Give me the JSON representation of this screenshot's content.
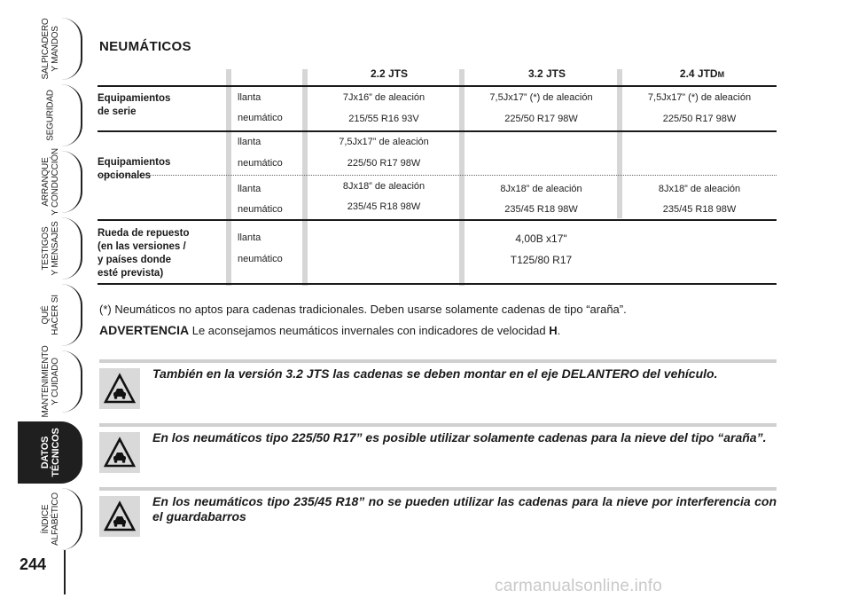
{
  "sidebar": {
    "tabs": [
      {
        "label": "SALPICADERO\nY MANDOS"
      },
      {
        "label": "SEGURIDAD"
      },
      {
        "label": "ARRANQUE\nY CONDUCCIÓN"
      },
      {
        "label": "TESTIGOS\nY MENSAJES"
      },
      {
        "label": "QUÉ\nHACER SI"
      },
      {
        "label": "MANTENIMIENTO\nY CUIDADO"
      },
      {
        "label": "DATOS\nTÉCNICOS"
      },
      {
        "label": "ÍNDICE\nALFABÉTICO"
      }
    ],
    "page_number": "244"
  },
  "title": "NEUMÁTICOS",
  "table": {
    "columns": [
      {
        "main": "2.2 JTS",
        "suffix": ""
      },
      {
        "main": "3.2 JTS",
        "suffix": ""
      },
      {
        "main": "2.4 JTD",
        "suffix": "M"
      }
    ],
    "rows": {
      "serie": {
        "header": "Equipamientos\nde serie",
        "llanta": "llanta",
        "neumatico": "neumático",
        "c1_llanta": "7Jx16” de aleación",
        "c1_neum": "215/55 R16 93V",
        "c2_llanta": "7,5Jx17” (*) de aleación",
        "c2_neum": "225/50 R17 98W",
        "c3_llanta": "7,5Jx17” (*) de aleación",
        "c3_neum": "225/50 R17 98W"
      },
      "opc1": {
        "header": "Equipamientos\nopcionales",
        "llanta": "llanta",
        "neumatico": "neumático",
        "c1_llanta": "7,5Jx17” de aleación",
        "c1_neum": "225/50 R17 98W"
      },
      "opc2": {
        "llanta": "llanta",
        "neumatico": "neumático",
        "c1_llanta": "8Jx18” de aleación",
        "c1_neum": "235/45 R18 98W",
        "c2_llanta": "8Jx18” de aleación",
        "c2_neum": "235/45 R18 98W",
        "c3_llanta": "8Jx18” de aleación",
        "c3_neum": "235/45 R18 98W"
      },
      "repuesto": {
        "header": "Rueda de repuesto\n(en las versiones /\ny países donde\nesté prevista)",
        "llanta": "llanta",
        "neumatico": "neumático",
        "llanta_value": "4,00B x17\"",
        "neum_value": "T125/80 R17"
      }
    }
  },
  "footnote": "(*) Neumáticos no aptos para cadenas tradicionales. Deben usarse solamente cadenas de tipo “araña”.",
  "warning": {
    "label": "ADVERTENCIA",
    "text": " Le aconsejamos neumáticos invernales con indicadores de velocidad ",
    "speed_code": "H",
    "end": "."
  },
  "notes": [
    {
      "icon": "car-warning-icon",
      "text": "También en la versión 3.2 JTS las cadenas se deben montar en el eje DELANTERO del vehículo."
    },
    {
      "icon": "car-warning-icon",
      "text": "En los neumáticos tipo 225/50 R17” es posible utilizar solamente cadenas para la nieve del tipo “araña”."
    },
    {
      "icon": "car-warning-icon",
      "text": "En los neumáticos tipo 235/45 R18” no se pueden utilizar las cadenas para la nieve por interferencia con el guardabarros"
    }
  ],
  "watermark": "carmanualsonline.info",
  "colors": {
    "tab_active": "#1f1f1f",
    "rule_grey": "#d0d0d0",
    "icon_bg": "#d9d9d9"
  }
}
